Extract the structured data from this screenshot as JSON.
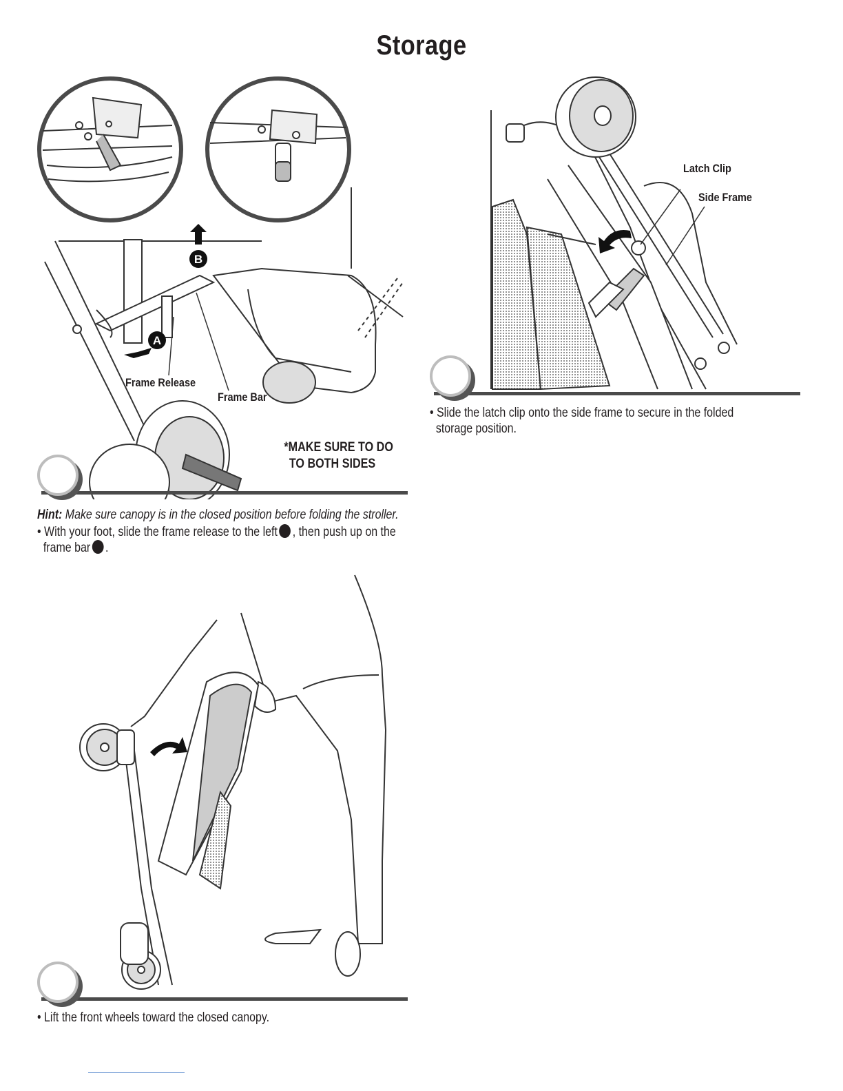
{
  "page": {
    "title": "Storage"
  },
  "step1": {
    "labels": {
      "frame_release": "Frame Release",
      "frame_bar": "Frame Bar",
      "marker_a": "A",
      "marker_b": "B"
    },
    "note_line1": "*MAKE SURE TO DO",
    "note_line2": "TO BOTH SIDES",
    "hint_label": "Hint:",
    "hint_text": "Make sure canopy is in the closed position before folding the stroller.",
    "instruction_part1": "With your foot, slide the frame release to the left",
    "instruction_part2": ", then push up on the",
    "instruction_part3": "frame bar",
    "instruction_part4": "."
  },
  "step2": {
    "instruction": "Lift the front wheels toward the closed canopy."
  },
  "step3": {
    "labels": {
      "latch_clip": "Latch Clip",
      "side_frame": "Side Frame"
    },
    "instruction_line1": "Slide the latch clip onto the side frame to secure in the folded",
    "instruction_line2": "storage position."
  },
  "bullet": "•"
}
